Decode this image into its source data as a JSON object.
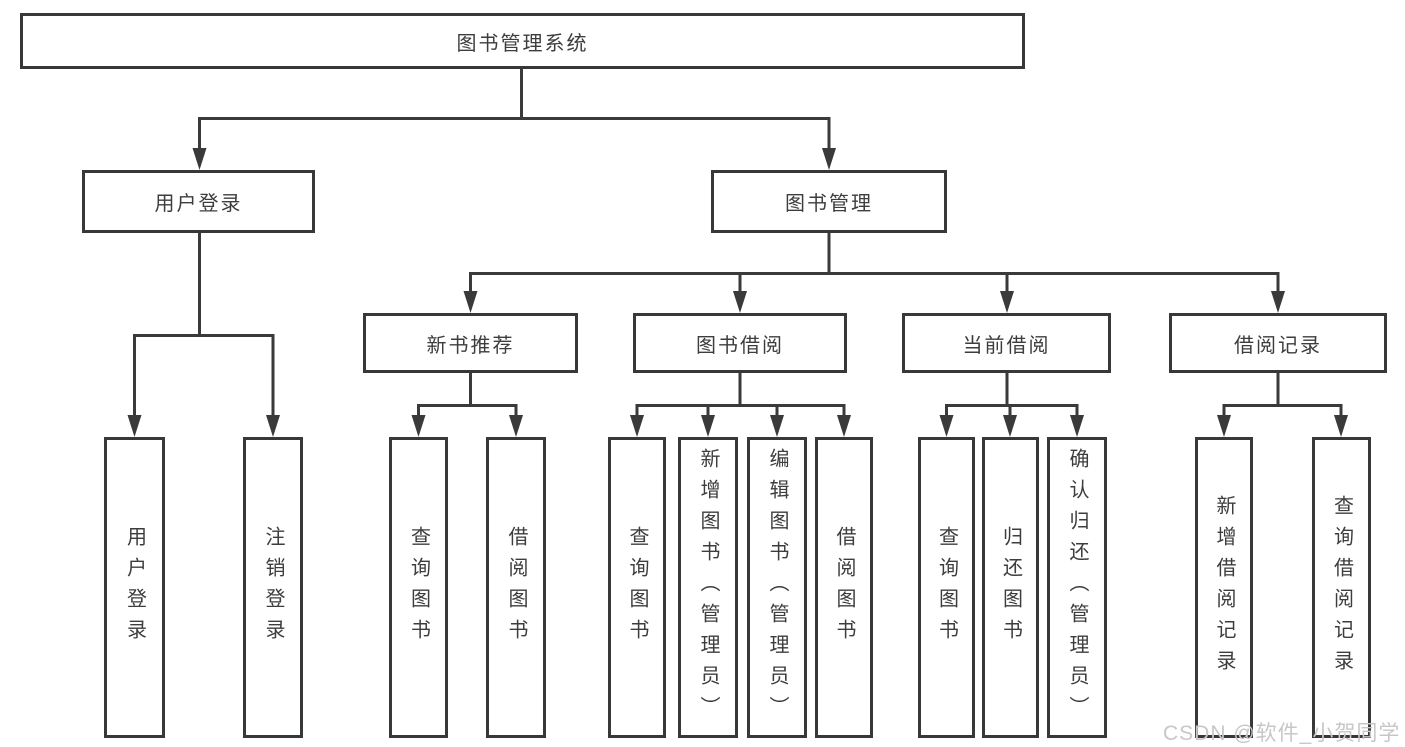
{
  "diagram_type": "hierarchy-tree",
  "tree": {
    "label": "图书管理系统",
    "children": [
      {
        "label": "用户登录",
        "children": [
          {
            "label": "用户登录"
          },
          {
            "label": "注销登录"
          }
        ]
      },
      {
        "label": "图书管理",
        "children": [
          {
            "label": "新书推荐",
            "children": [
              {
                "label": "查询图书"
              },
              {
                "label": "借阅图书"
              }
            ]
          },
          {
            "label": "图书借阅",
            "children": [
              {
                "label": "查询图书"
              },
              {
                "label": "新增图书（管理员）"
              },
              {
                "label": "编辑图书（管理员）"
              },
              {
                "label": "借阅图书"
              }
            ]
          },
          {
            "label": "当前借阅",
            "children": [
              {
                "label": "查询图书"
              },
              {
                "label": "归还图书"
              },
              {
                "label": "确认归还（管理员）"
              }
            ]
          },
          {
            "label": "借阅记录",
            "children": [
              {
                "label": "新增借阅记录"
              },
              {
                "label": "查询借阅记录"
              }
            ]
          }
        ]
      }
    ]
  },
  "watermark": {
    "text": "CSDN @软件_小贺同学"
  },
  "colors": {
    "line": "#3a3a3a",
    "box_border": "#383838",
    "text": "#3d3d3d",
    "watermark": "#c7c7c7",
    "background": "#ffffff"
  }
}
